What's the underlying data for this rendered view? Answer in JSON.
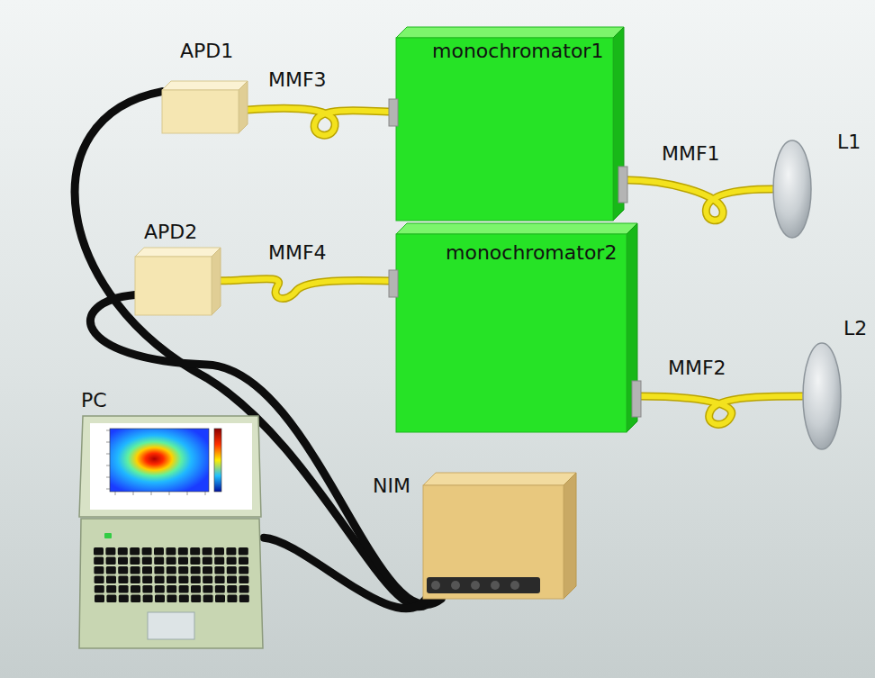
{
  "diagram": {
    "nodes": [
      {
        "text": [
          "APD1"
        ]
      },
      {
        "text": [
          "monochromator1"
        ]
      },
      {
        "text": [
          "L1"
        ]
      },
      {
        "text": [
          "APD2"
        ]
      },
      {
        "text": [
          "monochromator2"
        ]
      },
      {
        "text": [
          "L2"
        ]
      },
      {
        "text": [
          "PC"
        ]
      },
      {
        "text": [
          "NIM"
        ]
      }
    ],
    "edges": [
      {
        "from": 2,
        "to": 1,
        "arrow": "none",
        "label": "MMF1"
      },
      {
        "from": 1,
        "to": 0,
        "arrow": "none",
        "label": "MMF3"
      },
      {
        "from": 5,
        "to": 4,
        "arrow": "none",
        "label": "MMF2"
      },
      {
        "from": 4,
        "to": 3,
        "arrow": "none",
        "label": "MMF4"
      },
      {
        "from": 0,
        "to": 7,
        "arrow": "none"
      },
      {
        "from": 3,
        "to": 7,
        "arrow": "none"
      },
      {
        "from": 7,
        "to": 6,
        "arrow": "none"
      }
    ]
  }
}
